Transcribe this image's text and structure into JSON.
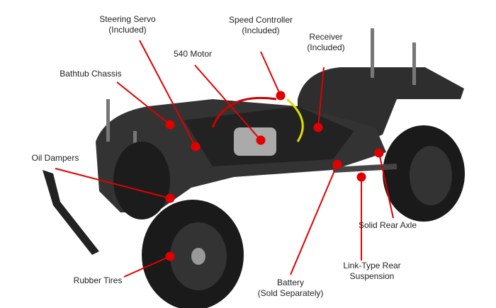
{
  "colors": {
    "callout": "#e00000",
    "chassis": "#2a2a2a",
    "tire": "#1a1a1a"
  },
  "callouts": [
    {
      "line1": "Steering Servo",
      "line2": "(Included)"
    },
    {
      "line1": "Speed Controller",
      "line2": "(Included)"
    },
    {
      "line1": "540 Motor",
      "line2": ""
    },
    {
      "line1": "Receiver",
      "line2": "(Included)"
    },
    {
      "line1": "Bathtub Chassis",
      "line2": ""
    },
    {
      "line1": "Oil Dampers",
      "line2": ""
    },
    {
      "line1": "Rubber Tires",
      "line2": ""
    },
    {
      "line1": "Battery",
      "line2": "(Sold Separately)"
    },
    {
      "line1": "Link-Type Rear",
      "line2": "Suspension"
    },
    {
      "line1": "Solid Rear Axle",
      "line2": ""
    }
  ]
}
